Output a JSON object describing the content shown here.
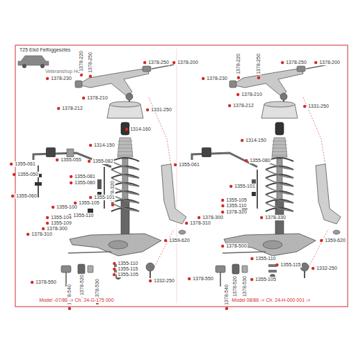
{
  "diagram": {
    "title": "T25 Első Felfüggesztés",
    "labels": [
      "Veteranshop Hu",
      "1378-220",
      "1378-250",
      "1378-250",
      "1378-200",
      "1378-230",
      "1378-210",
      "1378-212",
      "1331-250",
      "1314-160",
      "1314-150",
      "1355-055",
      "1355-061",
      "1355-082",
      "1355-050",
      "1355-081",
      "1355-080",
      "1355-060",
      "1378-320",
      "1355-101",
      "1355-105",
      "1355-100",
      "1355-104",
      "1355-109",
      "1355-110",
      "1378-300",
      "1378-310",
      "1359-620",
      "1378-550",
      "1378-540",
      "1378-520",
      "1378-530",
      "1355-110",
      "1355-115",
      "1355-105",
      "1332-250",
      "Model -07/86 -> Ch. 24-G-175 000",
      "1378-220",
      "1378-250",
      "1378-250",
      "1378-200",
      "1378-230",
      "1378-210",
      "1378-212",
      "1331-250",
      "1314-150",
      "1355-080",
      "1355-061",
      "1355-101",
      "1355-105",
      "1355-110",
      "1378-320",
      "1378-330",
      "1378-300",
      "1378-310",
      "1359-620",
      "1378-500",
      "1355-110",
      "1355-115",
      "1332-250",
      "1378-550",
      "1378-540",
      "1378-520",
      "1378-530",
      "1355-105",
      "Model 08/86 -> Ch. 24-H-000 001 ->"
    ]
  }
}
